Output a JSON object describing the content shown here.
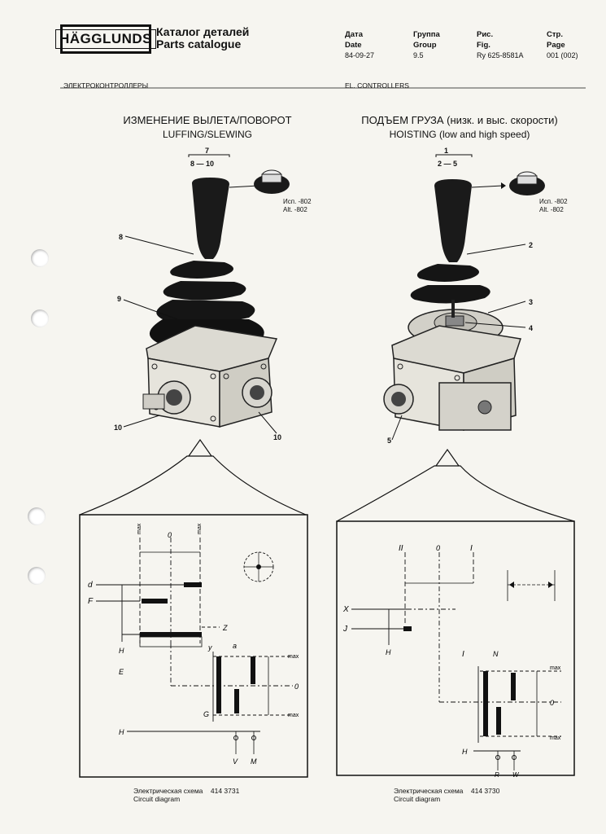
{
  "header": {
    "logo": "HÄGGLUNDS",
    "title_ru": "Каталог деталей",
    "title_en": "Parts catalogue",
    "date_label_ru": "Дата",
    "date_label_en": "Date",
    "date_value": "84-09-27",
    "group_label_ru": "Группа",
    "group_label_en": "Group",
    "group_value": "9.5",
    "fig_label_ru": "Рис.",
    "fig_label_en": "Fig.",
    "fig_value": "Ry 625-8581A",
    "page_label_ru": "Стр.",
    "page_label_en": "Page",
    "page_value": "001 (002)"
  },
  "section": {
    "left": "ЭЛЕКТРОКОНТРОЛЛЕРЫ",
    "right": "EL. CONTROLLERS"
  },
  "left_figure": {
    "caption_ru": "ИЗМЕНЕНИЕ ВЫЛЕТА/ПОВОРОТ",
    "caption_en": "LUFFING/SLEWING",
    "item_top": "7",
    "item_range": "8 — 10",
    "version_ru": "Исп. -802",
    "version_en": "Alt. -802",
    "callouts": [
      "8",
      "9",
      "10",
      "10"
    ],
    "diagram_label_ru": "Электрическая схема",
    "diagram_label_en": "Circuit diagram",
    "diagram_number": "414 3731",
    "diagram_letters": [
      "max",
      "0",
      "max",
      "d",
      "F",
      "Z",
      "H",
      "y",
      "E",
      "a",
      "max",
      "0",
      "max",
      "G",
      "H",
      "V",
      "M"
    ]
  },
  "right_figure": {
    "caption_ru": "ПОДЪЕМ ГРУЗА (низк. и выс. скорости)",
    "caption_en": "HOISTING (low and high speed)",
    "item_top": "1",
    "item_range": "2 — 5",
    "version_ru": "Исп. -802",
    "version_en": "Alt. -802",
    "callouts": [
      "2",
      "3",
      "4",
      "5"
    ],
    "diagram_label_ru": "Электрическая схема",
    "diagram_label_en": "Circuit diagram",
    "diagram_number": "414 3730",
    "diagram_letters": [
      "II",
      "0",
      "I",
      "X",
      "J",
      "H",
      "I",
      "N",
      "max",
      "0",
      "max",
      "H",
      "R",
      "W"
    ]
  },
  "colors": {
    "ink": "#111111",
    "paper": "#f6f5f0"
  }
}
